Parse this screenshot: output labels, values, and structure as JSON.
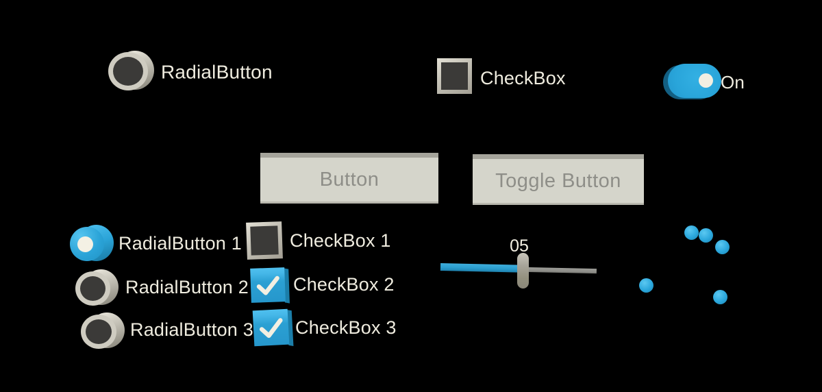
{
  "scene": {
    "background": "#000000"
  },
  "top_row": {
    "radial_button": {
      "label": "RadialButton",
      "selected": false
    },
    "checkbox": {
      "label": "CheckBox",
      "checked": false
    },
    "toggle": {
      "label": "On",
      "state": "on"
    }
  },
  "buttons": {
    "button_label": "Button",
    "toggle_button_label": "Toggle Button"
  },
  "radial_group": {
    "items": [
      {
        "label": "RadialButton 1",
        "selected": true
      },
      {
        "label": "RadialButton 2",
        "selected": false
      },
      {
        "label": "RadialButton 3",
        "selected": false
      }
    ]
  },
  "checkbox_group": {
    "items": [
      {
        "label": "CheckBox 1",
        "checked": false
      },
      {
        "label": "CheckBox 2",
        "checked": true
      },
      {
        "label": "CheckBox 3",
        "checked": true
      }
    ]
  },
  "slider": {
    "value_label": "05"
  },
  "spheres": {
    "count": 5
  },
  "colors": {
    "accent_blue": "#29A6DB",
    "toggle_shadow_blue": "#135F82",
    "cream_text": "#EFECDF",
    "silver": "#CFCCC1",
    "dark_well": "#3B3A38",
    "button_face": "#D5D5CB",
    "button_text": "#8E8E88",
    "slider_gray": "#8D8D88"
  }
}
